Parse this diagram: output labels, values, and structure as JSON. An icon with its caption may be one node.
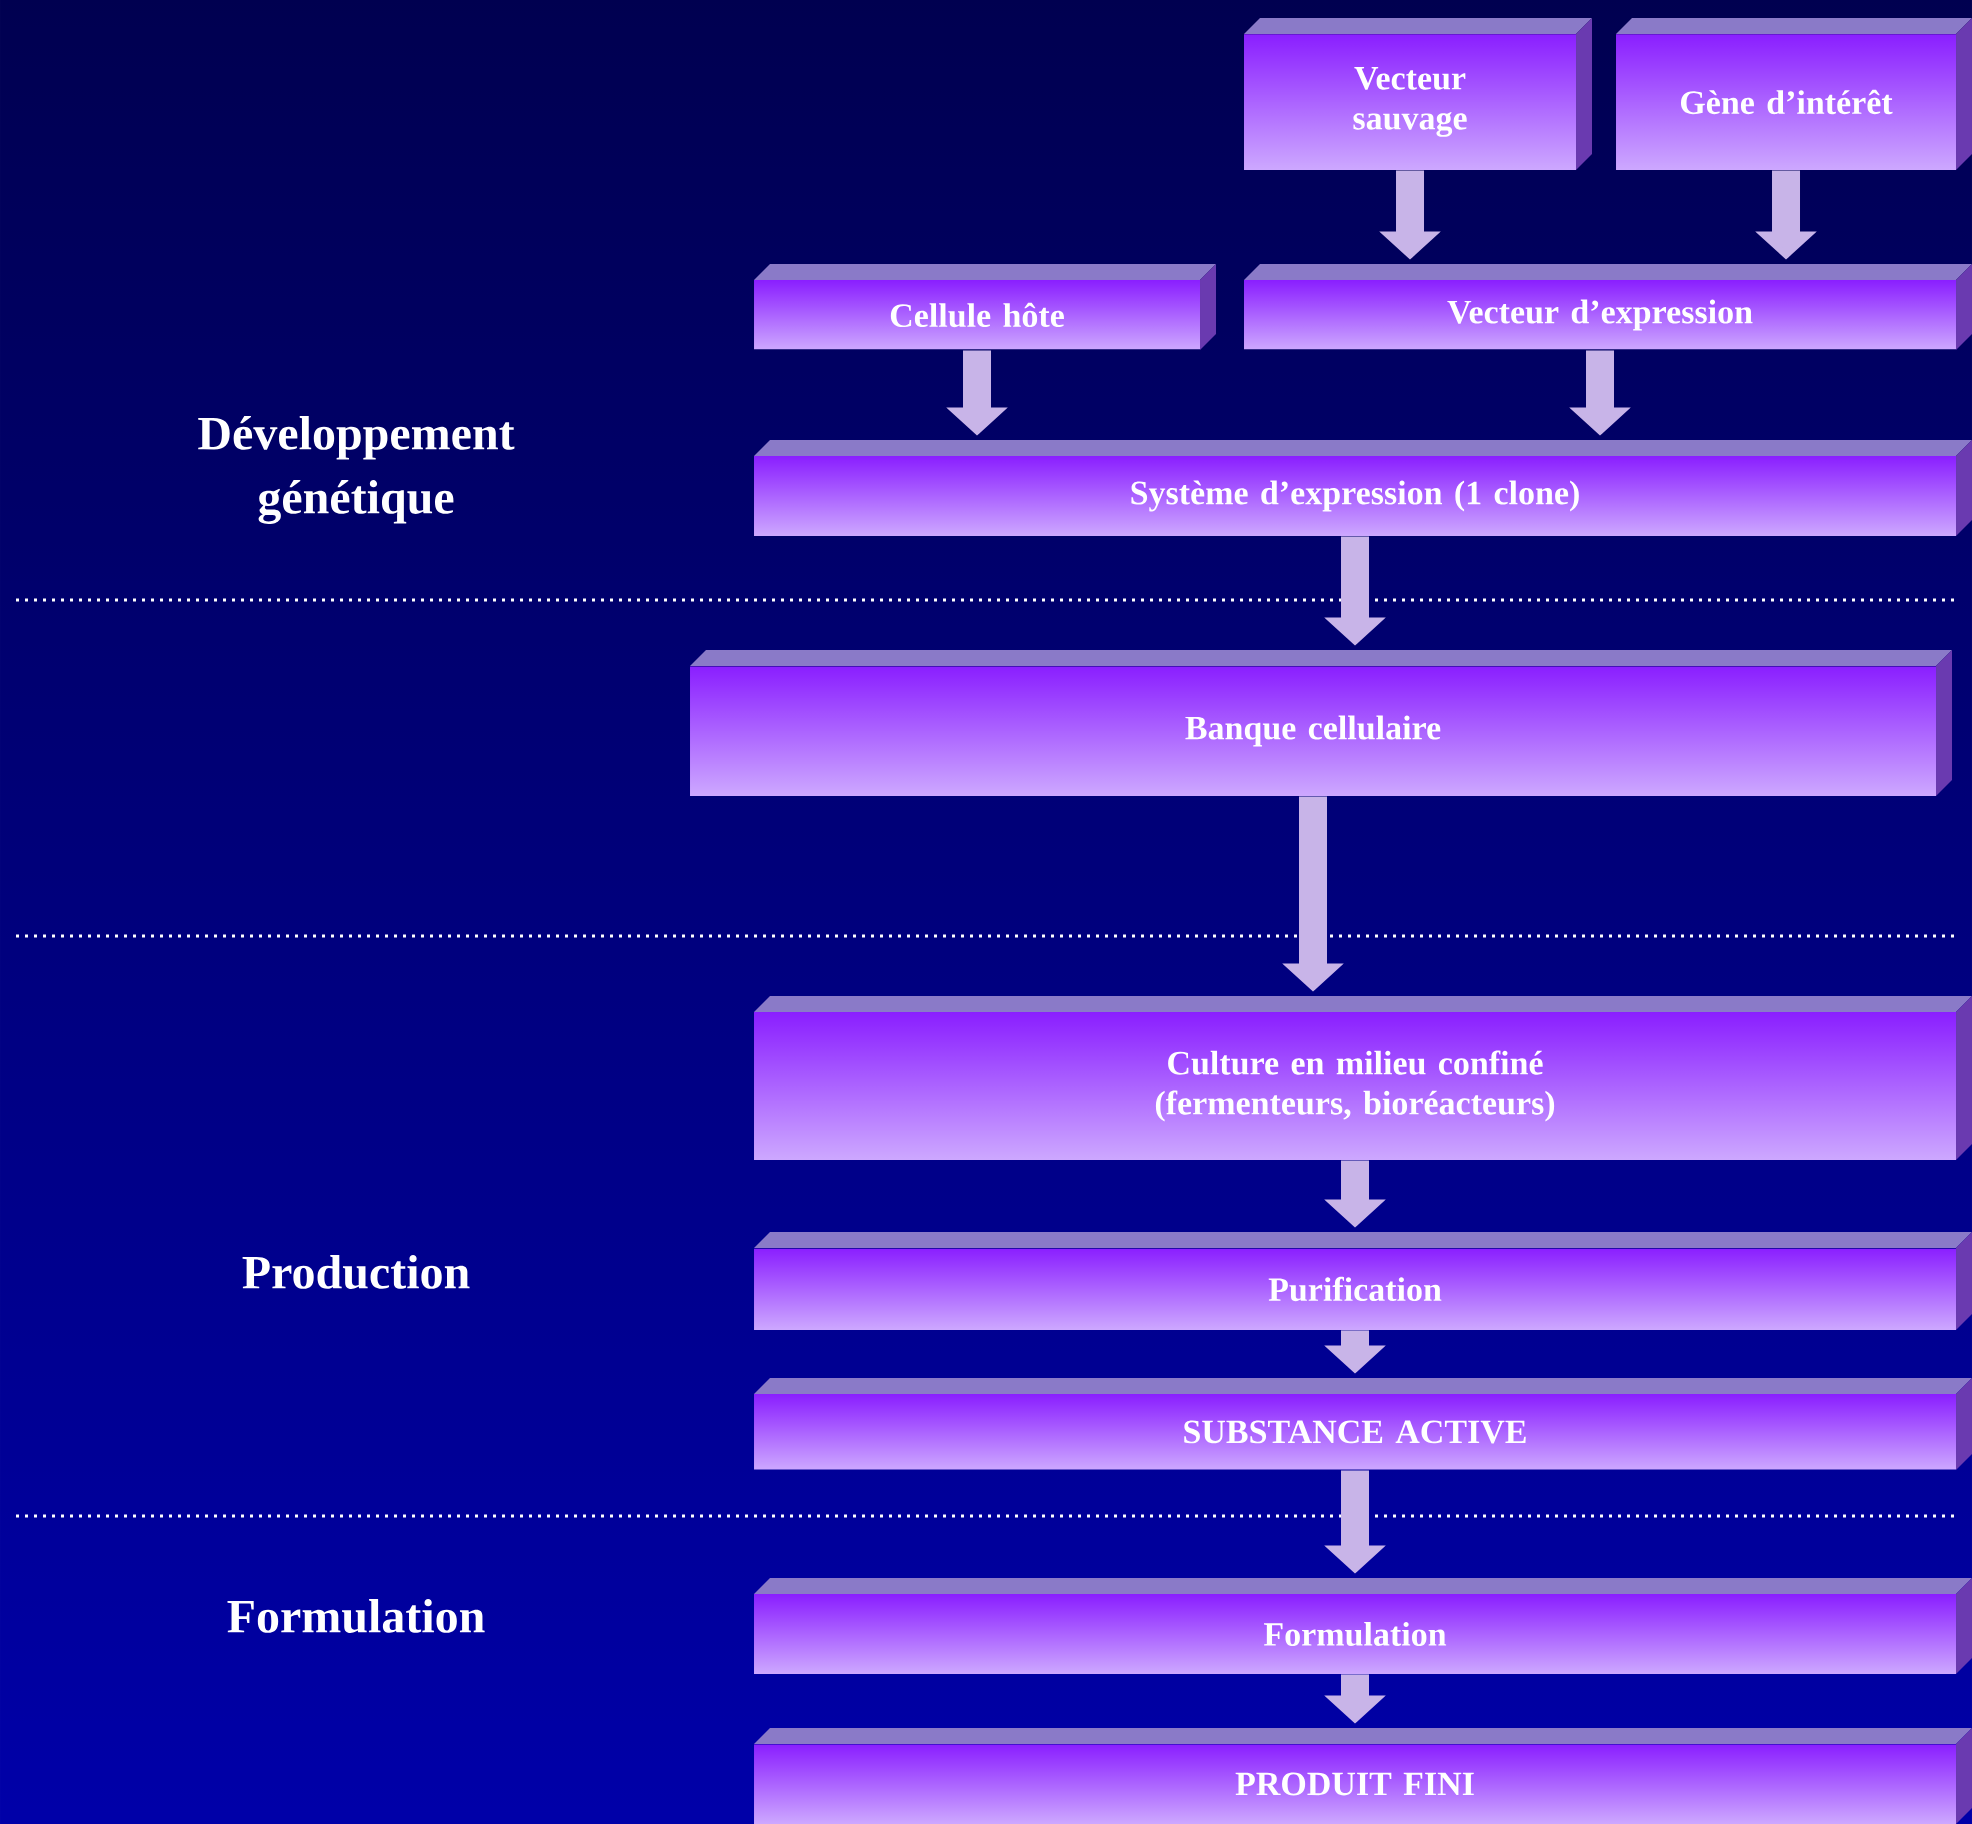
{
  "diagram": {
    "nodes": [
      {
        "text": [
          "Vecteur sauvage"
        ]
      },
      {
        "text": [
          "Gène d’intérêt"
        ]
      },
      {
        "text": [
          "Cellule hôte"
        ]
      },
      {
        "text": [
          "Vecteur d’expression"
        ]
      },
      {
        "text": [
          "Système d’expression (1 clone)"
        ]
      },
      {
        "text": [
          "Banque cellulaire"
        ]
      },
      {
        "text": [
          "Culture en milieu confiné (fermenteurs, bioréacteurs)"
        ]
      },
      {
        "text": [
          "Purification"
        ]
      },
      {
        "text": [
          "SUBSTANCE ACTIVE"
        ]
      },
      {
        "text": [
          "Formulation"
        ]
      },
      {
        "text": [
          "PRODUIT FINI"
        ]
      }
    ],
    "edges": [
      {
        "from": 0,
        "to": 3,
        "arrow": "to"
      },
      {
        "from": 1,
        "to": 3,
        "arrow": "to"
      },
      {
        "from": 2,
        "to": 4,
        "arrow": "to"
      },
      {
        "from": 3,
        "to": 4,
        "arrow": "to"
      },
      {
        "from": 4,
        "to": 5,
        "arrow": "to"
      },
      {
        "from": 5,
        "to": 6,
        "arrow": "to"
      },
      {
        "from": 6,
        "to": 7,
        "arrow": "to"
      },
      {
        "from": 7,
        "to": 8,
        "arrow": "to"
      },
      {
        "from": 8,
        "to": 9,
        "arrow": "to"
      },
      {
        "from": 9,
        "to": 10,
        "arrow": "to"
      }
    ],
    "labels": [
      "Développement génétique",
      "Production",
      "Formulation"
    ]
  }
}
